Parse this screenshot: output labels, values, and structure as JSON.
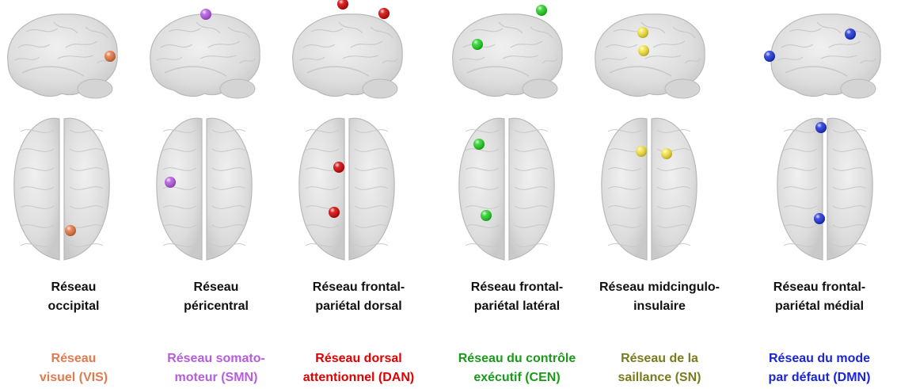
{
  "networks": [
    {
      "key": "vis",
      "name": "Réseau\noccipital",
      "english_style_label": "Réseau\nvisuel (VIS)",
      "color": "#e07b4e",
      "node_color_name": "orange"
    },
    {
      "key": "smn",
      "name": "Réseau\npéricentral",
      "english_style_label": "Réseau somato-\nmoteur (SMN)",
      "color": "#b65ddc",
      "node_color_name": "purple"
    },
    {
      "key": "dan",
      "name": "Réseau frontal-\npariétal dorsal",
      "english_style_label": "Réseau dorsal\nattentionnel (DAN)",
      "color": "#e00000",
      "node_color_name": "red"
    },
    {
      "key": "cen",
      "name": "Réseau frontal-\npariétal latéral",
      "english_style_label": "Réseau du contrôle\nexécutif (CEN)",
      "color": "#1a9a1a",
      "node_color_name": "green"
    },
    {
      "key": "sn",
      "name": "Réseau midcingulo-\ninsulaire",
      "english_style_label": "Réseau de la\nsaillance (SN)",
      "color": "#7a7a1e",
      "node_color_name": "yellow"
    },
    {
      "key": "dmn",
      "name": "Réseau frontal-\npariétal médial",
      "english_style_label": "Réseau du mode\npar défaut (DMN)",
      "color": "#1a24d8",
      "node_color_name": "blue"
    }
  ],
  "node_colors": {
    "vis": "#e5733e",
    "smn": "#b055e0",
    "dan": "#d00000",
    "cen": "#1fd01f",
    "sn": "#f2e23a",
    "dmn": "#1a2ed6"
  },
  "brain_colors": {
    "fill": "#dedede",
    "stroke": "#b9b9b9",
    "fold": "#c8c8c8"
  }
}
